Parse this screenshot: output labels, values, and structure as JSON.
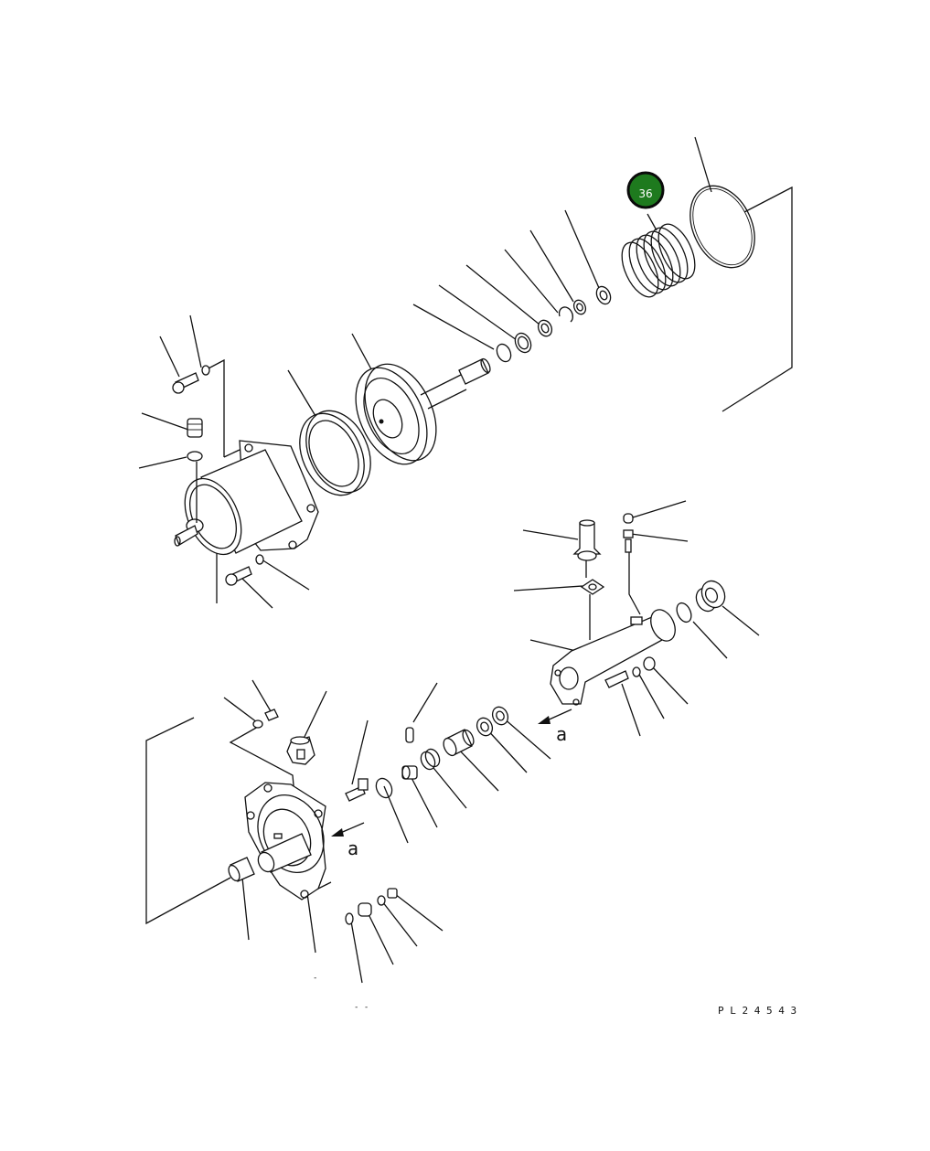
{
  "diagram": {
    "drawing_number": "P L 2 4 5 4 3",
    "view_marker": "a",
    "callout": {
      "number": "36",
      "color": "#1e7a1e"
    },
    "small_marks": [
      "-",
      "- -"
    ]
  }
}
